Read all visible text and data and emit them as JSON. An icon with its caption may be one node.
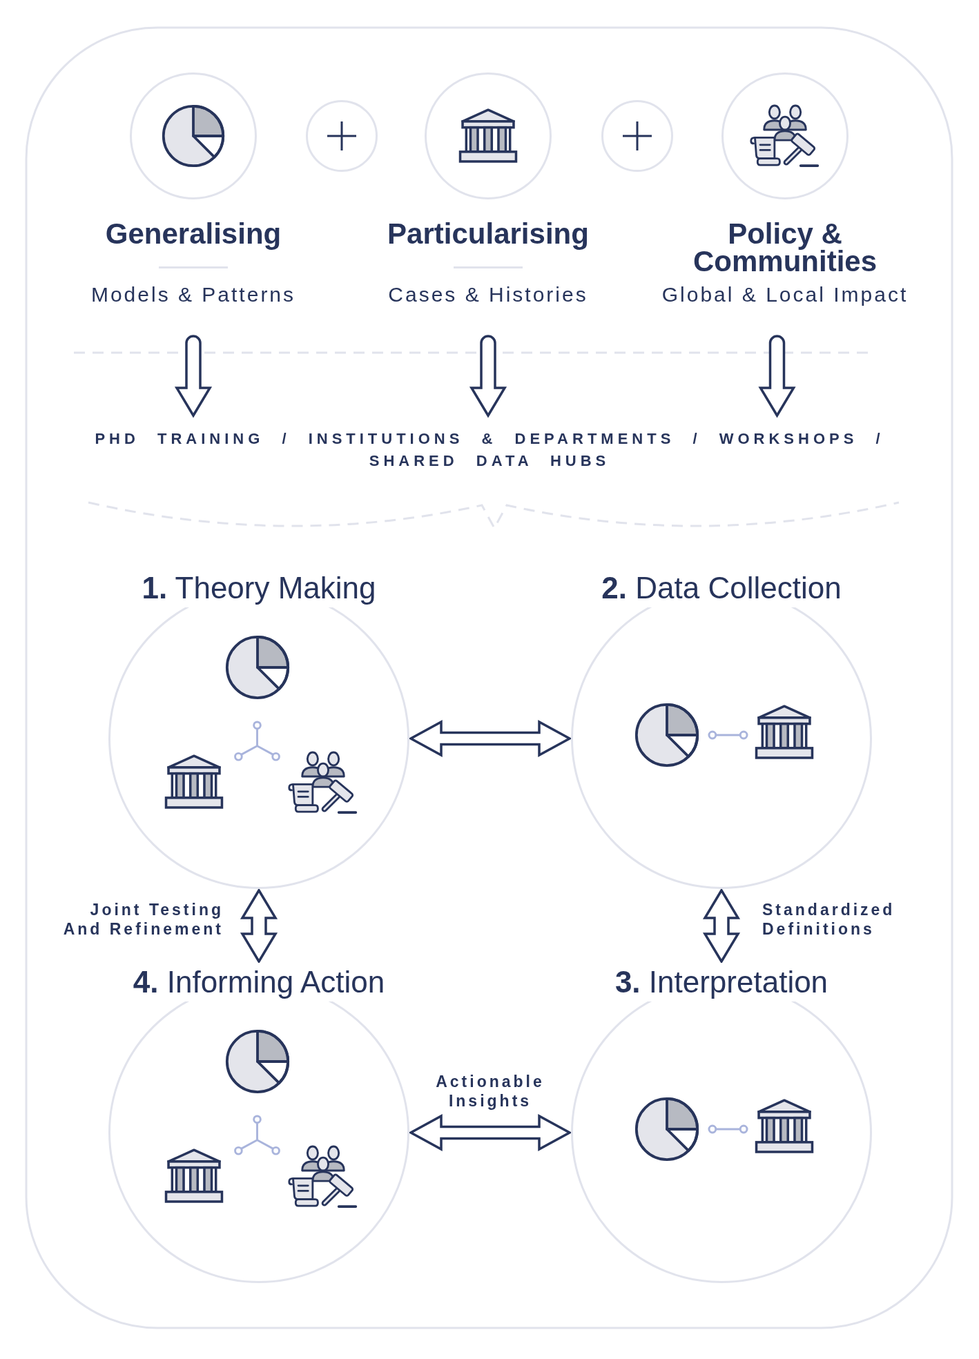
{
  "diagram": {
    "nodes": [
      {
        "text": [
          "Generalising",
          "Models & Patterns"
        ]
      },
      {
        "text": [
          "Particularising",
          "Cases & Histories"
        ]
      },
      {
        "text": [
          "Policy & Communities",
          "Global & Local Impact"
        ]
      },
      {
        "text": [
          "PHD TRAINING / INSTITUTIONS & DEPARTMENTS / WORKSHOPS / SHARED DATA HUBS"
        ]
      },
      {
        "text": [
          "**1.** Theory Making"
        ]
      },
      {
        "text": [
          "**2.** Data Collection"
        ]
      },
      {
        "text": [
          "**4.** Informing Action"
        ]
      },
      {
        "text": [
          "**3.** Interpretation"
        ]
      }
    ],
    "edges": [
      {
        "from": 0,
        "to": 3,
        "arrow": "to"
      },
      {
        "from": 1,
        "to": 3,
        "arrow": "to"
      },
      {
        "from": 2,
        "to": 3,
        "arrow": "to"
      },
      {
        "from": 4,
        "to": 5,
        "arrow": "both"
      },
      {
        "from": 4,
        "to": 6,
        "arrow": "both",
        "label": "Joint Testing And Refinement"
      },
      {
        "from": 5,
        "to": 7,
        "arrow": "both",
        "label": "Standardized Definitions"
      },
      {
        "from": 6,
        "to": 7,
        "arrow": "both",
        "label": "Actionable Insights"
      }
    ]
  }
}
